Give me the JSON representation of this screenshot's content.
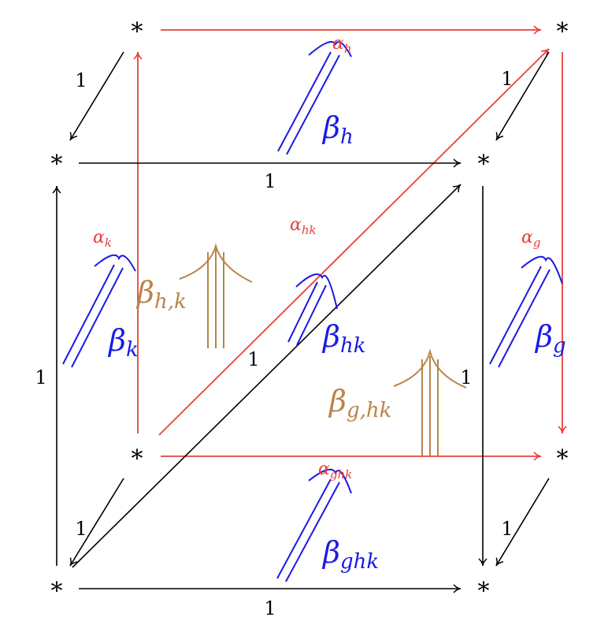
{
  "nodes": {
    "back_top_left": "*",
    "back_top_right": "*",
    "front_top_left": "*",
    "front_top_right": "*",
    "back_bottom_left": "*",
    "back_bottom_right": "*",
    "front_bottom_left": "*",
    "front_bottom_right": "*"
  },
  "edge_labels": {
    "one": "1"
  },
  "cells": {
    "alpha_h": {
      "base": "α",
      "sub": "h"
    },
    "alpha_k": {
      "base": "α",
      "sub": "k"
    },
    "alpha_g": {
      "base": "α",
      "sub": "g"
    },
    "alpha_hk": {
      "base": "α",
      "sub": "hk"
    },
    "alpha_ghk": {
      "base": "α",
      "sub": "ghk"
    },
    "beta_h": {
      "base": "β",
      "sub": "h"
    },
    "beta_k": {
      "base": "β",
      "sub": "k"
    },
    "beta_g": {
      "base": "β",
      "sub": "g"
    },
    "beta_hk": {
      "base": "β",
      "sub": "hk"
    },
    "beta_ghk": {
      "base": "β",
      "sub": "ghk"
    },
    "beta_h_k": {
      "base": "β",
      "sub": "h,k"
    },
    "beta_g_hk": {
      "base": "β",
      "sub": "g,hk"
    }
  },
  "colors": {
    "black": "#000000",
    "red": "#e8403b",
    "blue": "#1a1ae6",
    "brown": "#b8844a"
  }
}
